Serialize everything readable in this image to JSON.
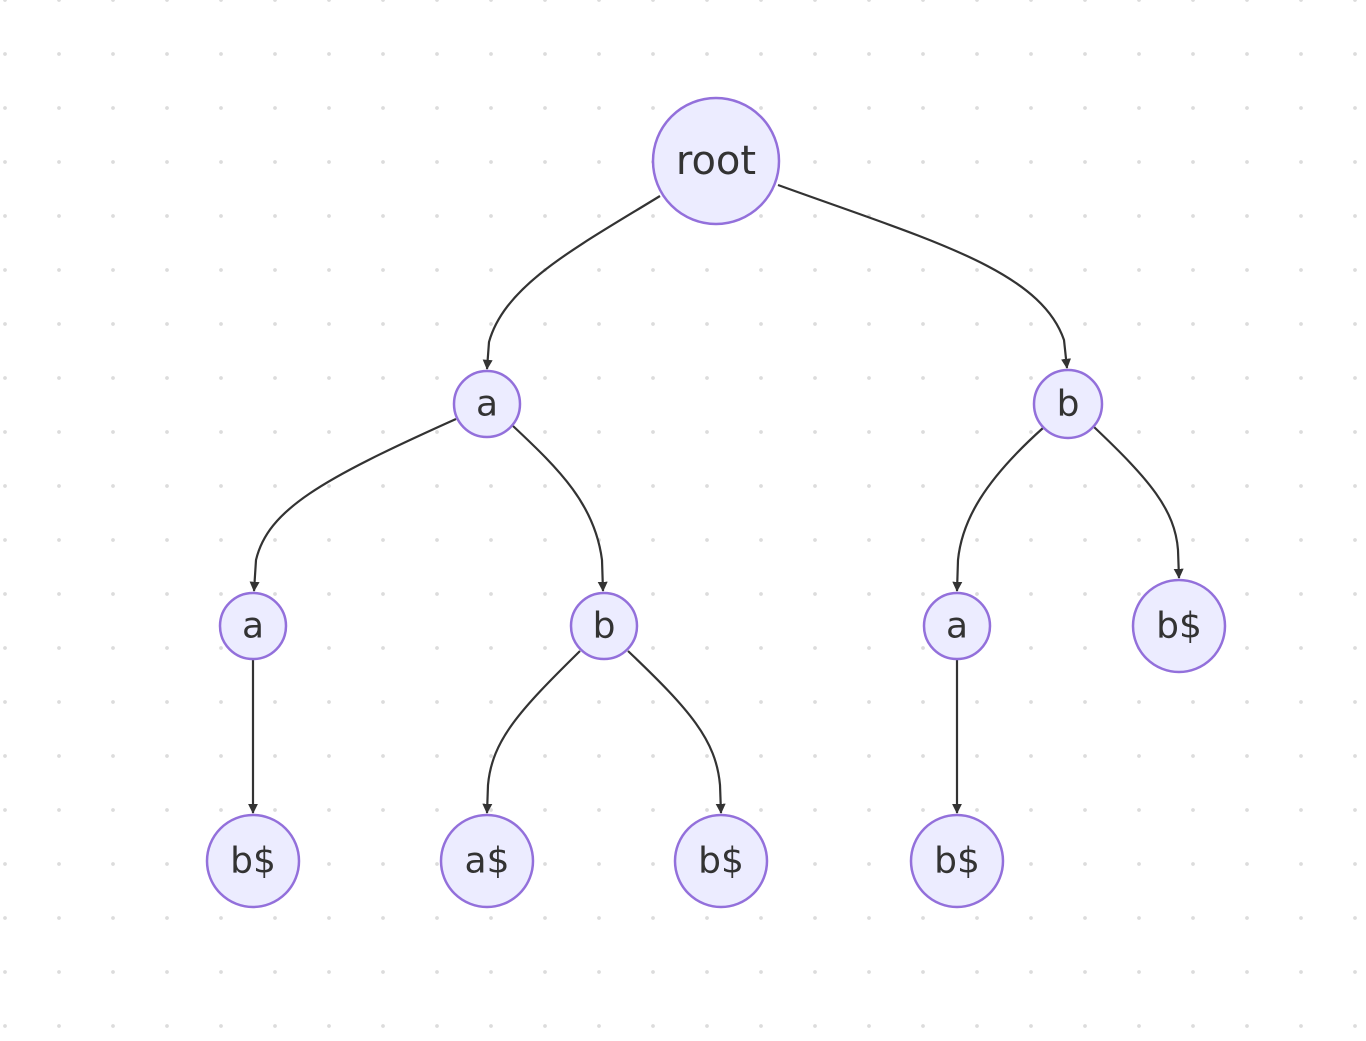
{
  "colors": {
    "node_fill": "#ececff",
    "node_stroke": "#9370db",
    "edge": "#333333",
    "text": "#333333",
    "background": "#ffffff",
    "grid_dots": "#dcdcdc"
  },
  "diagram": {
    "type": "tree",
    "nodes": [
      {
        "id": "n_root",
        "label": "root"
      },
      {
        "id": "n_a",
        "label": "a"
      },
      {
        "id": "n_b",
        "label": "b"
      },
      {
        "id": "n_aa",
        "label": "a"
      },
      {
        "id": "n_ab",
        "label": "b"
      },
      {
        "id": "n_ba",
        "label": "a"
      },
      {
        "id": "n_bb",
        "label": "b$"
      },
      {
        "id": "n_aab",
        "label": "b$"
      },
      {
        "id": "n_aba",
        "label": "a$"
      },
      {
        "id": "n_abb",
        "label": "b$"
      },
      {
        "id": "n_bab",
        "label": "b$"
      }
    ],
    "edges": [
      {
        "from": "n_root",
        "to": "n_a"
      },
      {
        "from": "n_root",
        "to": "n_b"
      },
      {
        "from": "n_a",
        "to": "n_aa"
      },
      {
        "from": "n_a",
        "to": "n_ab"
      },
      {
        "from": "n_b",
        "to": "n_ba"
      },
      {
        "from": "n_b",
        "to": "n_bb"
      },
      {
        "from": "n_aa",
        "to": "n_aab"
      },
      {
        "from": "n_ab",
        "to": "n_aba"
      },
      {
        "from": "n_ab",
        "to": "n_abb"
      },
      {
        "from": "n_ba",
        "to": "n_bab"
      }
    ]
  }
}
